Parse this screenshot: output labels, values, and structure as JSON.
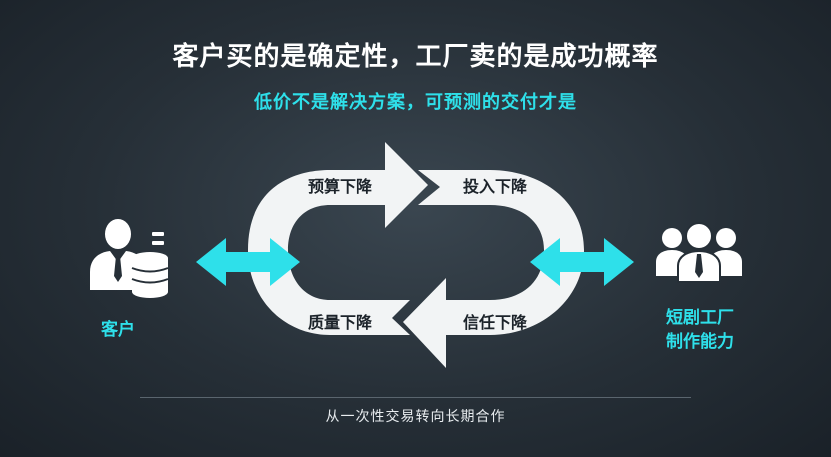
{
  "header": {
    "title": "客户买的是确定性，工厂卖的是成功概率",
    "subtitle": "低价不是解决方案，可预测的交付才是"
  },
  "cycle": {
    "top_left": "预算下降",
    "top_right": "投入下降",
    "bottom_right": "信任下降",
    "bottom_left": "质量下降"
  },
  "left_party": {
    "label": "客户",
    "icon": "customer-icon"
  },
  "right_party": {
    "label_line1": "短剧工厂",
    "label_line2": "制作能力",
    "icon": "team-icon"
  },
  "footer": {
    "text": "从一次性交易转向长期合作"
  },
  "colors": {
    "accent": "#2ee0ea",
    "ring": "#f2f4f5",
    "background": "#262f37"
  }
}
